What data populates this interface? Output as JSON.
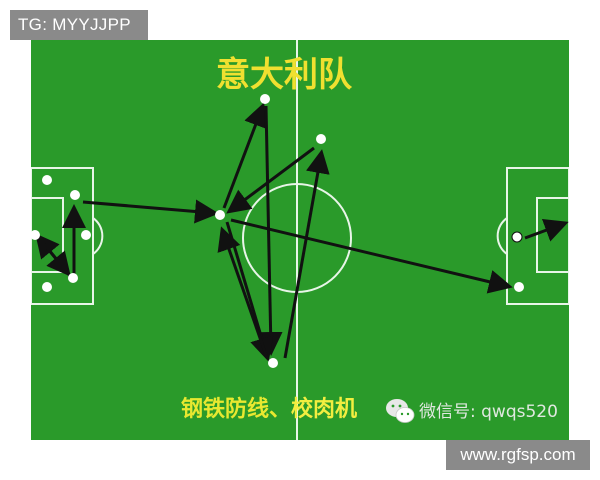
{
  "watermark_top": "TG: MYYJJPP",
  "watermark_bottom": "www.rgfsp.com",
  "diagram": {
    "title": "意大利队",
    "caption_part1": "钢铁防线、",
    "caption_part2": "校肉机",
    "wechat_label": "微信号: qwqs520",
    "pitch_color": "#2a9a2a",
    "line_color": "#e8f5e8",
    "title_color": "#f0e030",
    "caption_color": "#e8e830",
    "arrow_color": "#111111"
  }
}
